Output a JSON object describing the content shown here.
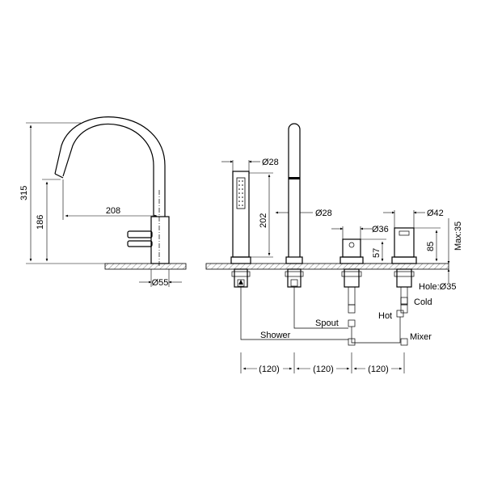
{
  "dims_left": {
    "height_total": "315",
    "height_outlet": "186",
    "reach": "208",
    "base_dia": "Ø55"
  },
  "dims_right": {
    "shower_dia_top": "Ø28",
    "spout_dia": "Ø28",
    "shower_len": "202",
    "valve_dia": "Ø36",
    "valve_ht": "57",
    "mixer_dia": "Ø42",
    "mixer_ht": "85",
    "max_thickness": "Max:35",
    "hole": "Hole:Ø35",
    "spacing": [
      "(120)",
      "(120)",
      "(120)"
    ]
  },
  "labels": {
    "shower": "Shower",
    "spout": "Spout",
    "hot": "Hot",
    "cold": "Cold",
    "mixer": "Mixer"
  }
}
